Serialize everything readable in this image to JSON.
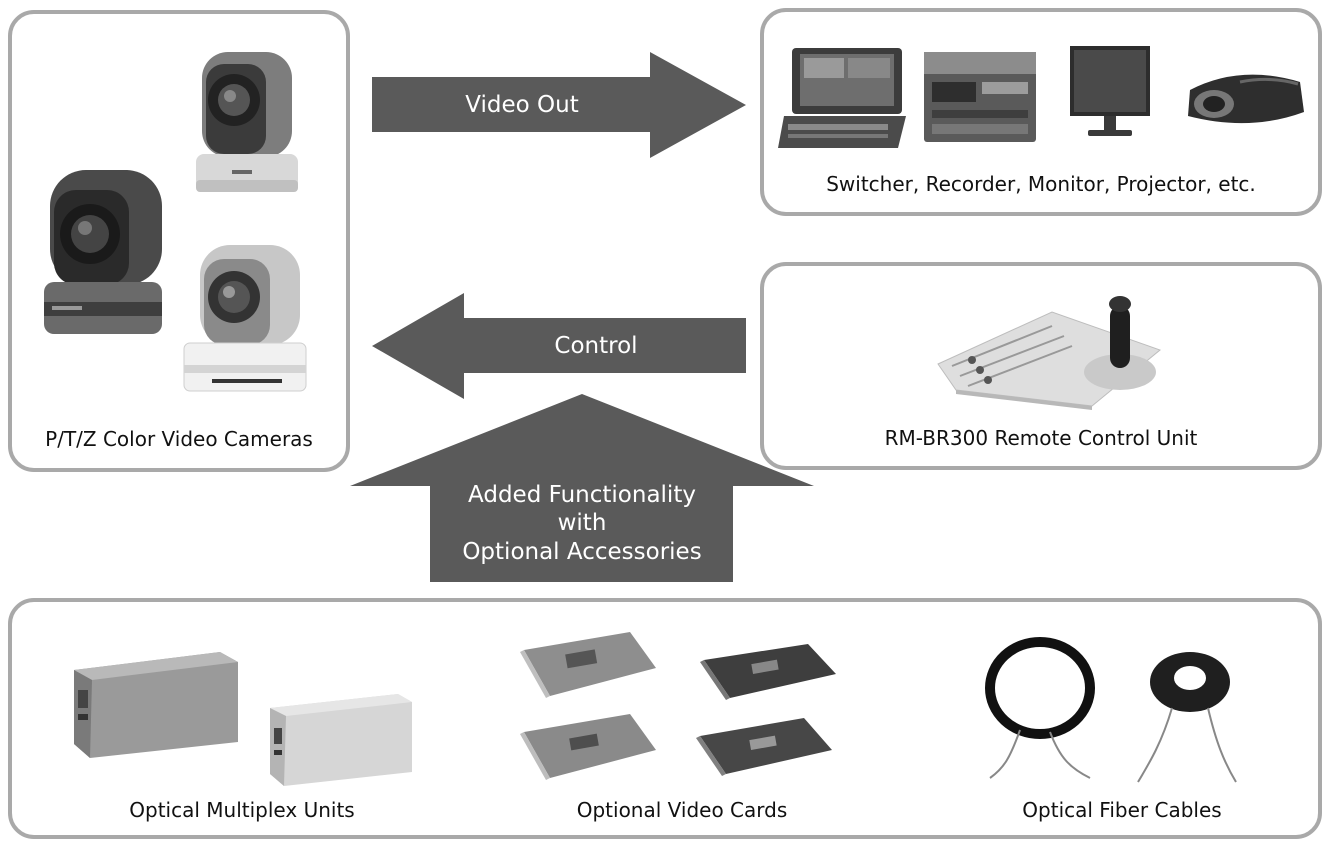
{
  "cameras": {
    "label": "P/T/Z Color Video Cameras"
  },
  "outputs": {
    "label": "Switcher, Recorder, Monitor, Projector, etc."
  },
  "remote": {
    "label": "RM-BR300 Remote Control Unit"
  },
  "arrows": {
    "video_out": "Video Out",
    "control": "Control",
    "accessories": [
      "Added Functionality",
      "with",
      "Optional Accessories"
    ]
  },
  "accessories": {
    "multiplex": "Optical Multiplex Units",
    "cards": "Optional Video Cards",
    "fiber": "Optical Fiber Cables"
  },
  "colors": {
    "border": "#a9a9a9",
    "arrow": "#5a5a5a",
    "text": "#111111"
  }
}
